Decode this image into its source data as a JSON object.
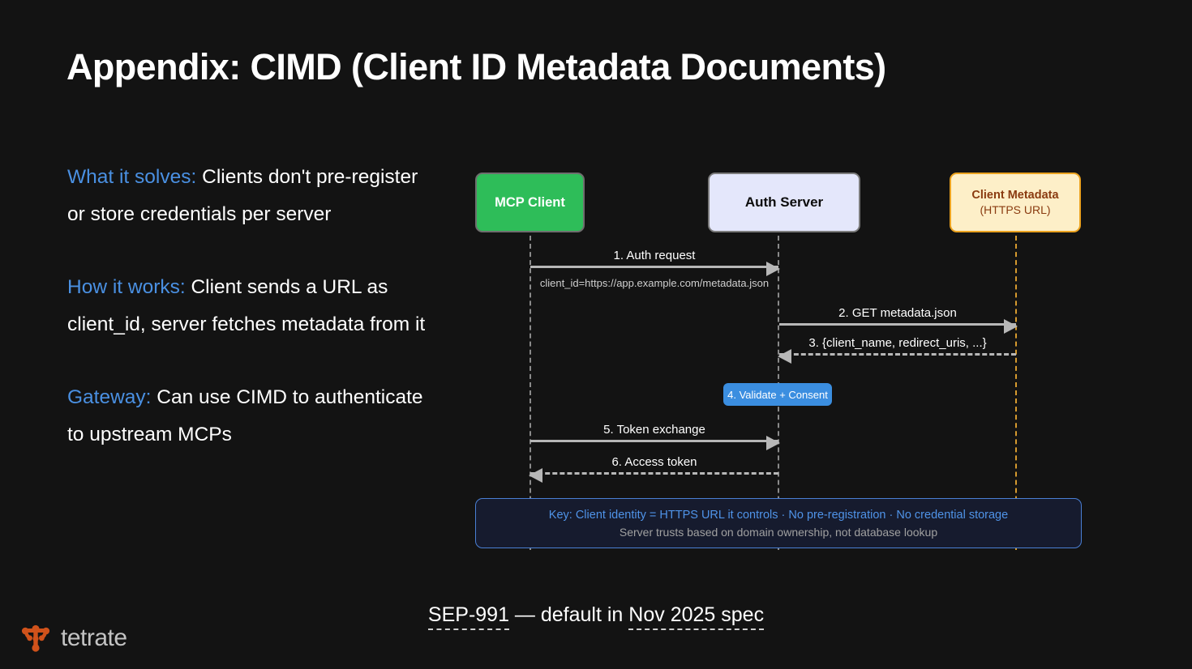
{
  "slide": {
    "title": "Appendix: CIMD (Client ID Metadata Documents)",
    "background_color": "#131313",
    "accent_color": "#4a90e2"
  },
  "bullets": [
    {
      "lead": "What it solves:",
      "text": " Clients don't pre-register or store credentials per server"
    },
    {
      "lead": "How it works:",
      "text": " Client sends a URL as client_id, server fetches metadata from it"
    },
    {
      "lead": "Gateway:",
      "text": " Can use CIMD to authenticate to upstream MCPs"
    }
  ],
  "diagram": {
    "type": "sequence",
    "participants": [
      {
        "id": "client",
        "title": "MCP Client",
        "subtitle": "",
        "fill": "#2ebd59",
        "border": "#6e6e6e",
        "text": "#ffffff"
      },
      {
        "id": "auth",
        "title": "Auth Server",
        "subtitle": "",
        "fill": "#e4e7fb",
        "border": "#7b7b7b",
        "text": "#0c0c0c"
      },
      {
        "id": "meta",
        "title": "Client Metadata",
        "subtitle": "(HTTPS URL)",
        "fill": "#fdefc8",
        "border": "#eba21f",
        "text": "#8a3b10"
      }
    ],
    "messages": [
      {
        "n": 1,
        "label": "1. Auth request",
        "sub": "client_id=https://app.example.com/metadata.json",
        "from": "client",
        "to": "auth",
        "style": "solid",
        "direction": "right"
      },
      {
        "n": 2,
        "label": "2. GET metadata.json",
        "sub": "",
        "from": "auth",
        "to": "meta",
        "style": "solid",
        "direction": "right"
      },
      {
        "n": 3,
        "label": "3. {client_name, redirect_uris, ...}",
        "sub": "",
        "from": "meta",
        "to": "auth",
        "style": "dashed",
        "direction": "left"
      },
      {
        "n": 5,
        "label": "5. Token exchange",
        "sub": "",
        "from": "client",
        "to": "auth",
        "style": "solid",
        "direction": "right"
      },
      {
        "n": 6,
        "label": "6. Access token",
        "sub": "",
        "from": "auth",
        "to": "client",
        "style": "dashed",
        "direction": "left"
      }
    ],
    "note": {
      "label": "4. Validate + Consent",
      "fill": "#3b8ee0",
      "text": "#ffffff"
    },
    "key": {
      "line1": "Key: Client identity = HTTPS URL it controls · No pre-registration · No credential storage",
      "line2": "Server trusts based on domain ownership, not database lookup",
      "line1_color": "#4f93e8",
      "line2_color": "#a0a0a0",
      "border_color": "#4a7fd4",
      "fill": "#161b2e"
    }
  },
  "footer": {
    "part1": "SEP-991",
    "part2": " — default in ",
    "part3": "Nov 2025 spec"
  },
  "logo": {
    "word": "tetrate",
    "mark_color": "#d0521b",
    "word_color": "#c3c3c3"
  }
}
